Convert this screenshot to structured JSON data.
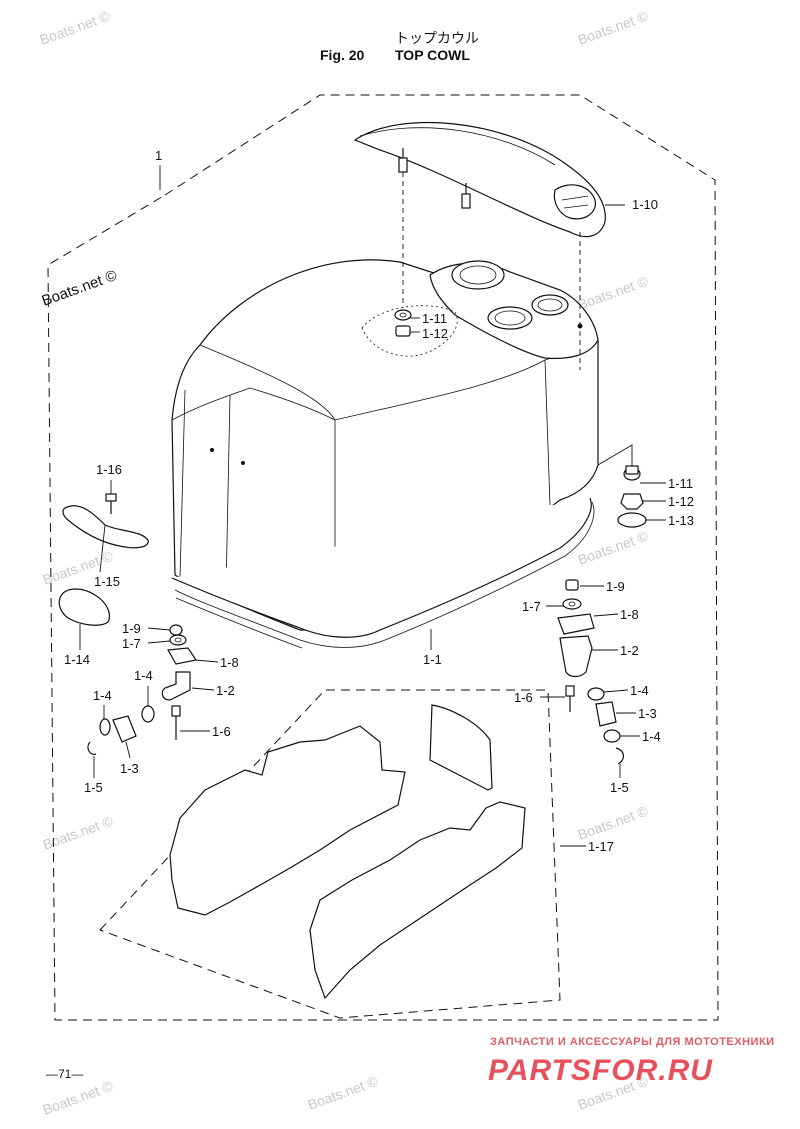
{
  "header": {
    "title_jp": "トップカウル",
    "fig_label": "Fig. 20",
    "title_en": "TOP COWL"
  },
  "callouts": {
    "c1": "1",
    "c1_1": "1-1",
    "c1_2a": "1-2",
    "c1_2b": "1-2",
    "c1_3a": "1-3",
    "c1_3b": "1-3",
    "c1_4a": "1-4",
    "c1_4b": "1-4",
    "c1_4c": "1-4",
    "c1_4d": "1-4",
    "c1_5a": "1-5",
    "c1_5b": "1-5",
    "c1_6a": "1-6",
    "c1_6b": "1-6",
    "c1_7a": "1-7",
    "c1_7b": "1-7",
    "c1_8a": "1-8",
    "c1_8b": "1-8",
    "c1_9a": "1-9",
    "c1_9b": "1-9",
    "c1_10": "1-10",
    "c1_11a": "1-11",
    "c1_11b": "1-11",
    "c1_12a": "1-12",
    "c1_12b": "1-12",
    "c1_13": "1-13",
    "c1_14": "1-14",
    "c1_15": "1-15",
    "c1_16": "1-16",
    "c1_17": "1-17"
  },
  "watermark": "Boats.net ©",
  "footer": {
    "page_number": "—71—",
    "brand_tagline": "ЗАПЧАСТИ И АКСЕССУАРЫ ДЛЯ МОТОТЕХНИКИ",
    "brand_name": "PARTSFOR.RU"
  },
  "colors": {
    "line": "#111111",
    "watermark": "#c8c8c8",
    "brand": "#e8505b"
  }
}
